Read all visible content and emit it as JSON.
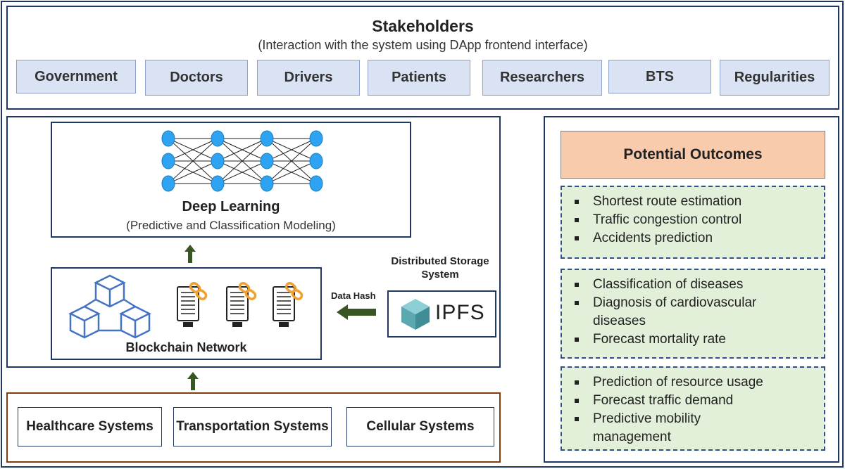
{
  "stakeholders": {
    "title": "Stakeholders",
    "subtitle": "(Interaction with the system using DApp frontend interface)",
    "items": [
      "Government",
      "Doctors",
      "Drivers",
      "Patients",
      "Researchers",
      "BTS",
      "Regularities"
    ]
  },
  "deep_learning": {
    "title": "Deep Learning",
    "subtitle": "(Predictive and Classification Modeling)",
    "node_color": "#2ea3f2"
  },
  "blockchain": {
    "label": "Blockchain Network",
    "icon_color": "#4472c4",
    "chain_color": "#f0a030"
  },
  "storage": {
    "title": "Distributed Storage System",
    "logo_text": "IPFS",
    "data_hash_label": "Data Hash",
    "logo_color": "#5ba8b0"
  },
  "systems": [
    "Healthcare Systems",
    "Transportation Systems",
    "Cellular Systems"
  ],
  "outcomes": {
    "title": "Potential Outcomes",
    "title_bg": "#f8cbad",
    "groups": [
      [
        "Shortest route estimation",
        "Traffic congestion control",
        "Accidents prediction"
      ],
      [
        "Classification of diseases",
        "Diagnosis of cardiovascular diseases",
        "Forecast mortality rate"
      ],
      [
        "Prediction of resource usage",
        "Forecast traffic demand",
        "Predictive mobility management"
      ]
    ]
  },
  "colors": {
    "frame": "#1f3864",
    "stakeholder_fill": "#dae3f3",
    "outcome_fill": "#e2efd9",
    "arrow": "#375623",
    "systems_border": "#843c0c"
  }
}
